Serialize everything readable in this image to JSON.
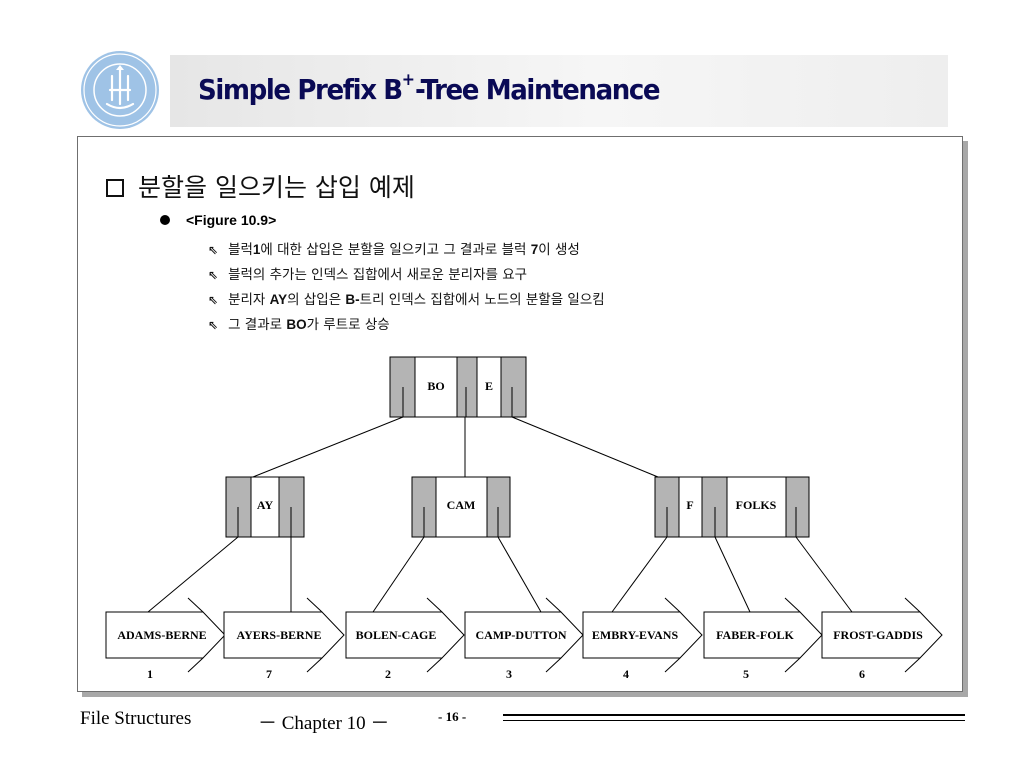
{
  "slide": {
    "title_pre": "Simple Prefix B",
    "title_sup": "+",
    "title_post": "-Tree Maintenance",
    "heading": "분할을 일으키는 삽입 예제",
    "figure_label": "<Figure 10.9>",
    "bullets": [
      {
        "pre": "블럭",
        "bold": "1",
        "post": "에 대한 삽입은 분할을 일으키고 그 결과로 블럭 ",
        "bold2": "7",
        "post2": "이 생성"
      },
      {
        "pre": "블럭의 추가는 인덱스 집합에서 새로운 분리자를 요구",
        "bold": "",
        "post": "",
        "bold2": "",
        "post2": ""
      },
      {
        "pre": "분리자 ",
        "bold": "AY",
        "post": "의 삽입은 ",
        "bold2": "B-",
        "post2": "트리 인덱스 집합에서 노드의 분할을 일으킴"
      },
      {
        "pre": "그 결과로 ",
        "bold": "BO",
        "post": "가 루트로 상승",
        "bold2": "",
        "post2": ""
      }
    ]
  },
  "tree": {
    "root_keys": [
      "BO",
      "E"
    ],
    "internal_nodes": [
      {
        "keys": [
          "AY"
        ]
      },
      {
        "keys": [
          "CAM"
        ]
      },
      {
        "keys": [
          "F",
          "FOLKS"
        ]
      }
    ],
    "leaf_blocks": [
      {
        "label": "ADAMS-BERNE",
        "number": "1"
      },
      {
        "label": "AYERS-BERNE",
        "number": "7"
      },
      {
        "label": "BOLEN-CAGE",
        "number": "2"
      },
      {
        "label": "CAMP-DUTTON",
        "number": "3"
      },
      {
        "label": "EMBRY-EVANS",
        "number": "4"
      },
      {
        "label": "FABER-FOLK",
        "number": "5"
      },
      {
        "label": "FROST-GADDIS",
        "number": "6"
      }
    ]
  },
  "footer": {
    "left": "File Structures",
    "chapter": "－ Chapter 10 －",
    "page": "- 16 -"
  },
  "colors": {
    "title": "#0a0a55",
    "pointer_fill": "#b4b4b4",
    "logo": "#9fc3e6"
  },
  "icons": [
    "university-seal-logo",
    "checkbox-bullet-icon",
    "round-bullet-icon",
    "arrow-bullet-icon"
  ]
}
